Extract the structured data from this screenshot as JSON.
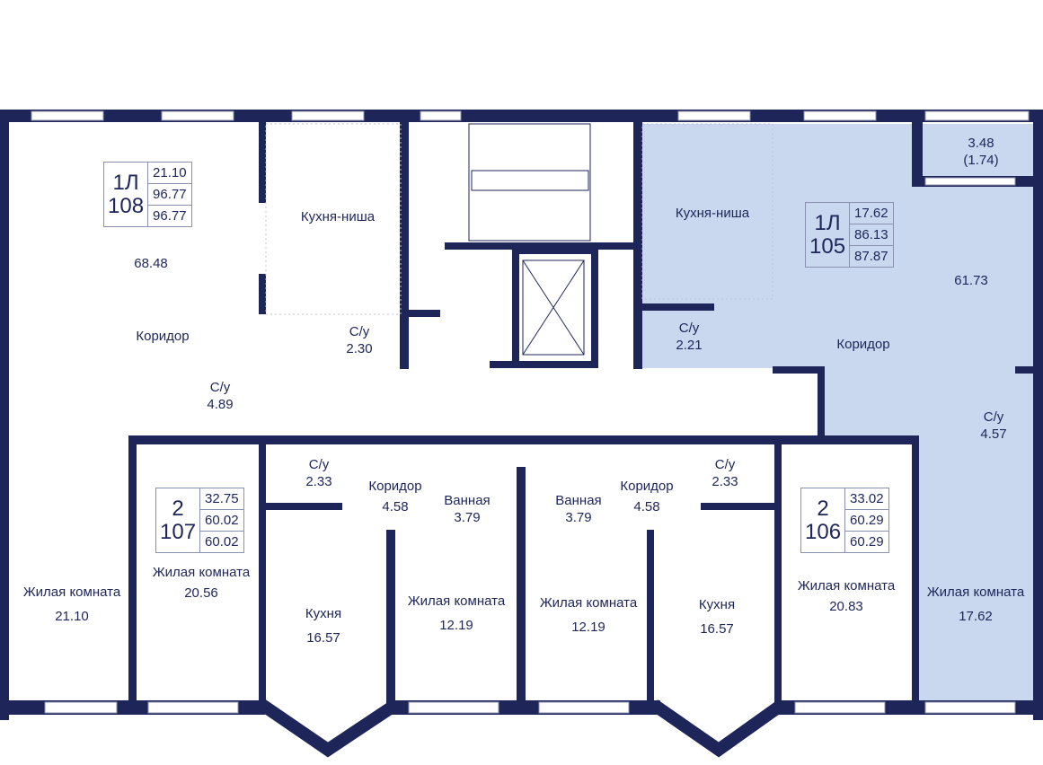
{
  "colors": {
    "wall": "#1d2559",
    "highlight": "#c9d8ef",
    "text": "#1d2559"
  },
  "apartments": [
    {
      "type": "1Л",
      "number": "108",
      "areas": [
        "21.10",
        "96.77",
        "96.77"
      ]
    },
    {
      "type": "1Л",
      "number": "105",
      "areas": [
        "17.62",
        "86.13",
        "87.87"
      ]
    },
    {
      "type": "2",
      "number": "107",
      "areas": [
        "32.75",
        "60.02",
        "60.02"
      ]
    },
    {
      "type": "2",
      "number": "106",
      "areas": [
        "33.02",
        "60.29",
        "60.29"
      ]
    }
  ],
  "rooms": [
    {
      "name": "Кухня-ниша",
      "area": ""
    },
    {
      "name": "",
      "area": "68.48"
    },
    {
      "name": "Коридор",
      "area": ""
    },
    {
      "name": "С/у",
      "area": "2.30"
    },
    {
      "name": "С/у",
      "area": "4.89"
    },
    {
      "name": "Жилая комната",
      "area": "21.10"
    },
    {
      "name": "Кухня-ниша",
      "area": ""
    },
    {
      "name": "С/у",
      "area": "2.21"
    },
    {
      "name": "",
      "area": "61.73"
    },
    {
      "name": "Коридор",
      "area": ""
    },
    {
      "name": "3.48",
      "area": "(1.74)"
    },
    {
      "name": "С/у",
      "area": "4.57"
    },
    {
      "name": "Жилая комната",
      "area": "17.62"
    },
    {
      "name": "С/у",
      "area": "2.33"
    },
    {
      "name": "Коридор",
      "area": "4.58"
    },
    {
      "name": "Ванная",
      "area": "3.79"
    },
    {
      "name": "Ванная",
      "area": "3.79"
    },
    {
      "name": "Коридор",
      "area": "4.58"
    },
    {
      "name": "С/у",
      "area": "2.33"
    },
    {
      "name": "Жилая комната",
      "area": "20.56"
    },
    {
      "name": "Кухня",
      "area": "16.57"
    },
    {
      "name": "Жилая комната",
      "area": "12.19"
    },
    {
      "name": "Жилая комната",
      "area": "12.19"
    },
    {
      "name": "Кухня",
      "area": "16.57"
    },
    {
      "name": "Жилая комната",
      "area": "20.83"
    }
  ]
}
